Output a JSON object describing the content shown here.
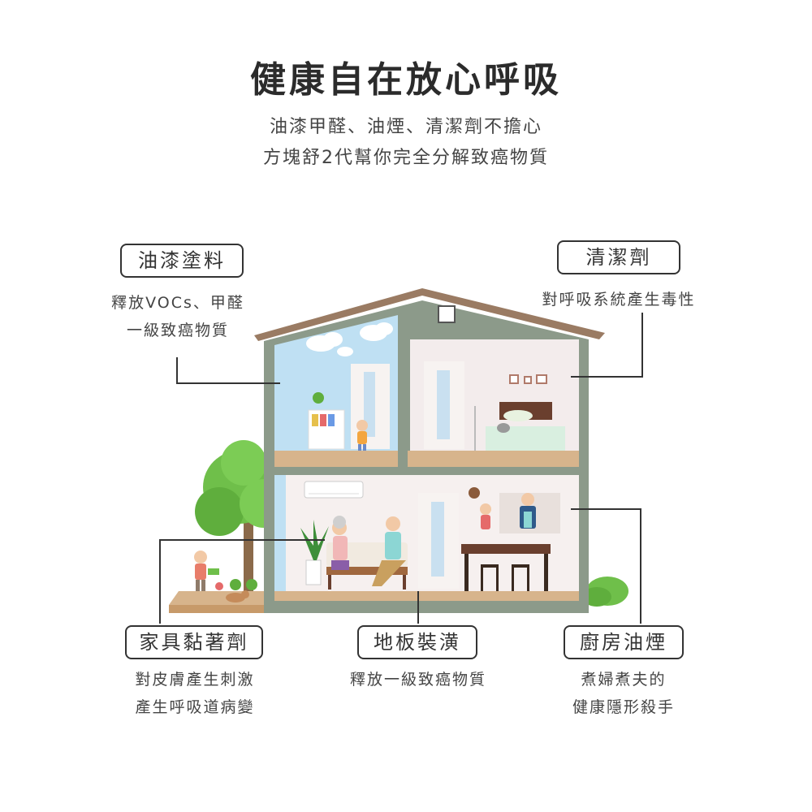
{
  "header": {
    "title": "健康自在放心呼吸",
    "subtitle_line1": "油漆甲醛、油煙、清潔劑不擔心",
    "subtitle_line2": "方塊舒2代幫你完全分解致癌物質"
  },
  "callouts": {
    "paint": {
      "label": "油漆塗料",
      "desc_line1": "釋放VOCs、甲醛",
      "desc_line2": "一級致癌物質"
    },
    "cleaner": {
      "label": "清潔劑",
      "desc_line1": "對呼吸系統產生毒性"
    },
    "furniture_glue": {
      "label": "家具黏著劑",
      "desc_line1": "對皮膚產生刺激",
      "desc_line2": "產生呼吸道病變"
    },
    "flooring": {
      "label": "地板裝潢",
      "desc_line1": "釋放一級致癌物質"
    },
    "kitchen_smoke": {
      "label": "廚房油煙",
      "desc_line1": "煮婦煮夫的",
      "desc_line2": "健康隱形殺手"
    }
  },
  "colors": {
    "roof": "#9a7b63",
    "wall": "#8c9a8a",
    "sky_room": "#bfe0f3",
    "bedroom": "#f3ecec",
    "living_room": "#f6f0ef",
    "floor": "#d7b48c",
    "tree": "#6fbf4a",
    "line": "#333333"
  }
}
